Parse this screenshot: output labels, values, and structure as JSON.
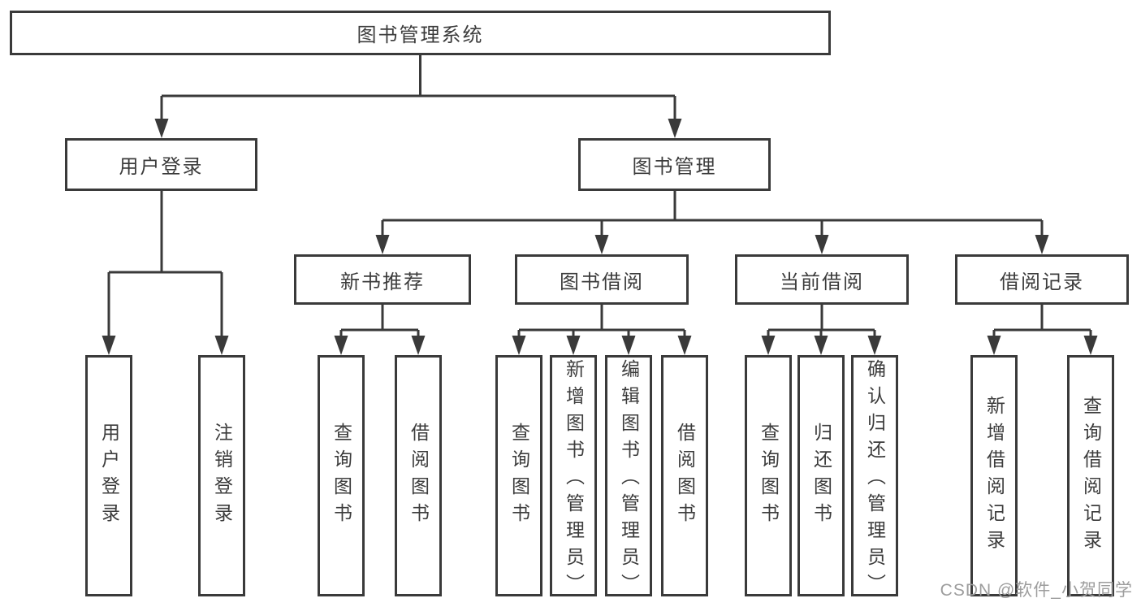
{
  "diagram": {
    "type": "hierarchy-tree",
    "orientation": "top-down",
    "tree": {
      "root": {
        "label": "图书管理系统",
        "children": [
          {
            "label": "用户登录",
            "children": [
              {
                "label": "用户登录"
              },
              {
                "label": "注销登录"
              }
            ]
          },
          {
            "label": "图书管理",
            "children": [
              {
                "label": "新书推荐",
                "children": [
                  {
                    "label": "查询图书"
                  },
                  {
                    "label": "借阅图书"
                  }
                ]
              },
              {
                "label": "图书借阅",
                "children": [
                  {
                    "label": "查询图书"
                  },
                  {
                    "label": "新增图书（管理员）"
                  },
                  {
                    "label": "编辑图书（管理员）"
                  },
                  {
                    "label": "借阅图书"
                  }
                ]
              },
              {
                "label": "当前借阅",
                "children": [
                  {
                    "label": "查询图书"
                  },
                  {
                    "label": "归还图书"
                  },
                  {
                    "label": "确认归还（管理员）"
                  }
                ]
              },
              {
                "label": "借阅记录",
                "children": [
                  {
                    "label": "新增借阅记录"
                  },
                  {
                    "label": "查询借阅记录"
                  }
                ]
              }
            ]
          }
        ]
      }
    },
    "colors": {
      "line": "#3a3a3a",
      "box_border": "#3a3a3a",
      "box_background": "#ffffff",
      "text": "#3c3c3c",
      "watermark": "#9d9d9d"
    }
  },
  "watermark": "CSDN @软件_小贺同学"
}
